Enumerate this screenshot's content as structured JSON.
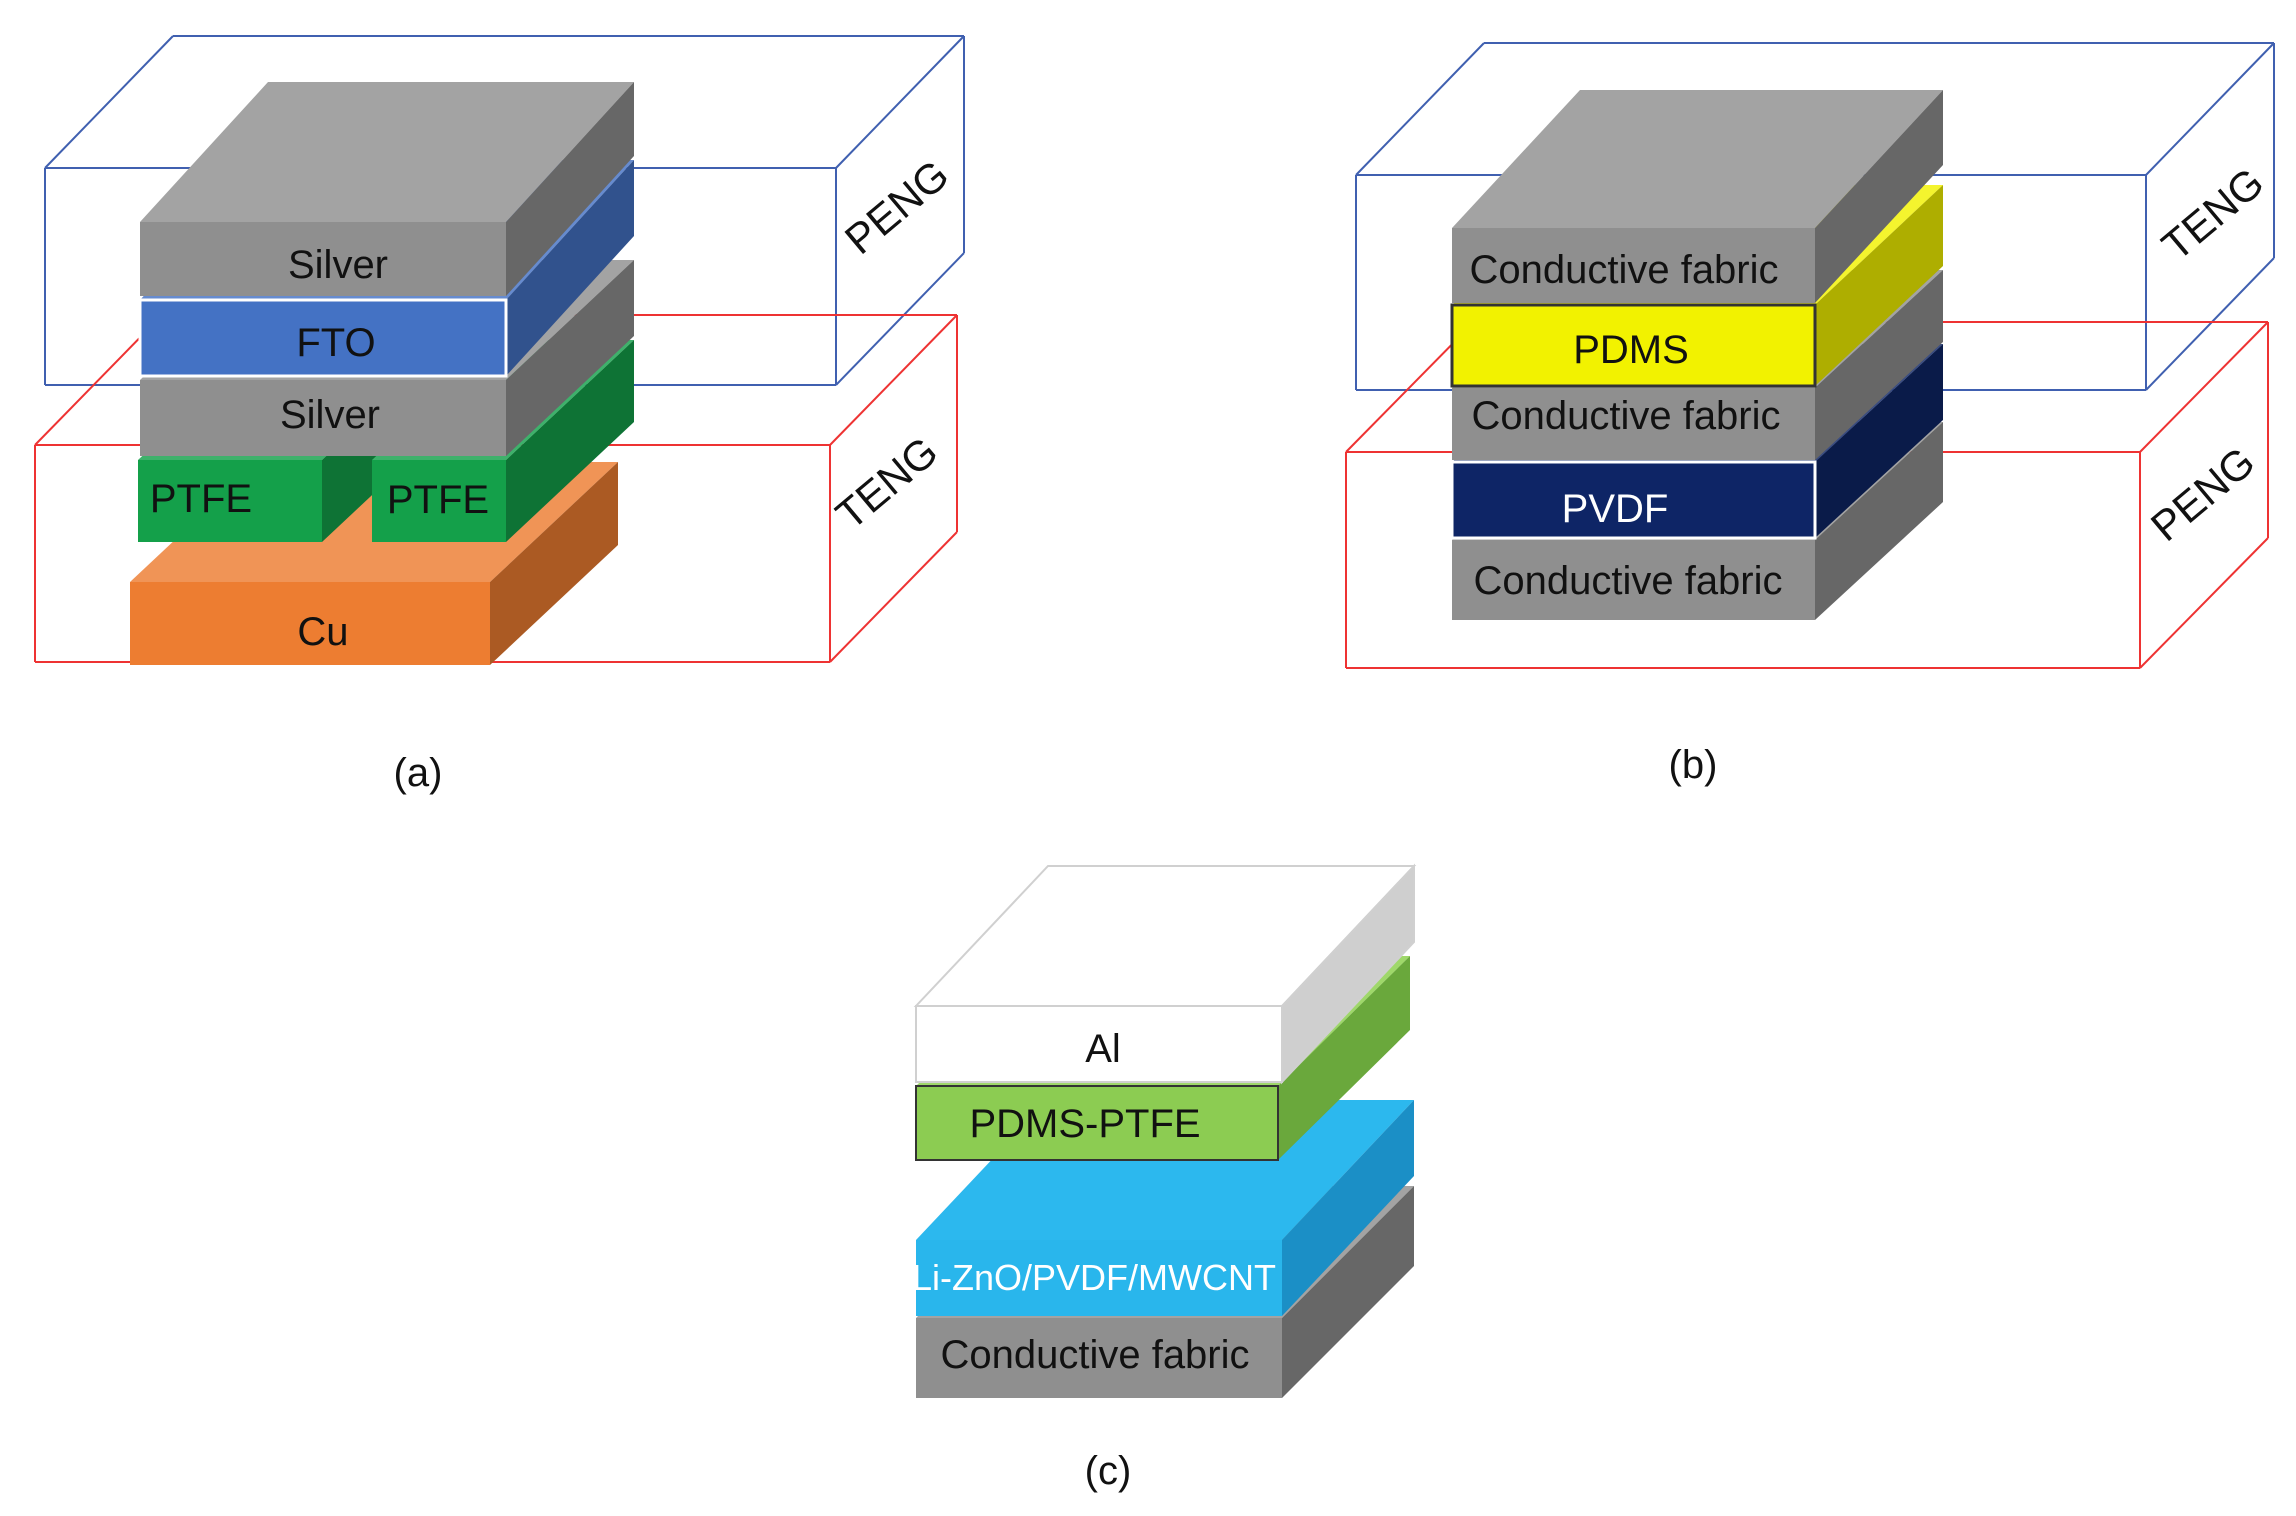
{
  "panels": [
    {
      "caption": "(a)",
      "layers": [
        {
          "label": "Silver",
          "color": "#8f8f8f"
        },
        {
          "label": "FTO",
          "color": "#4472c4"
        },
        {
          "label": "Silver",
          "color": "#8f8f8f"
        },
        {
          "label": "PTFE",
          "color": "#14a04a"
        },
        {
          "label": "PTFE",
          "color": "#14a04a"
        },
        {
          "label": "Cu",
          "color": "#ed7d31"
        }
      ],
      "boxes": [
        {
          "label": "PENG",
          "color": "#4060b0"
        },
        {
          "label": "TENG",
          "color": "#ee3333"
        }
      ]
    },
    {
      "caption": "(b)",
      "layers": [
        {
          "label": "Conductive fabric",
          "color": "#8f8f8f"
        },
        {
          "label": "PDMS",
          "color": "#f2f200"
        },
        {
          "label": "Conductive fabric",
          "color": "#8f8f8f"
        },
        {
          "label": "PVDF",
          "color": "#0e2566"
        },
        {
          "label": "Conductive fabric",
          "color": "#8f8f8f"
        }
      ],
      "boxes": [
        {
          "label": "TENG",
          "color": "#4060b0"
        },
        {
          "label": "PENG",
          "color": "#ee3333"
        }
      ]
    },
    {
      "caption": "(c)",
      "layers": [
        {
          "label": "Al",
          "color": "#ffffff"
        },
        {
          "label": "PDMS-PTFE",
          "color": "#8ccc52"
        },
        {
          "label": "Li-ZnO/PVDF/MWCNT",
          "color": "#29b6ec"
        },
        {
          "label": "Conductive fabric",
          "color": "#8f8f8f"
        }
      ]
    }
  ]
}
